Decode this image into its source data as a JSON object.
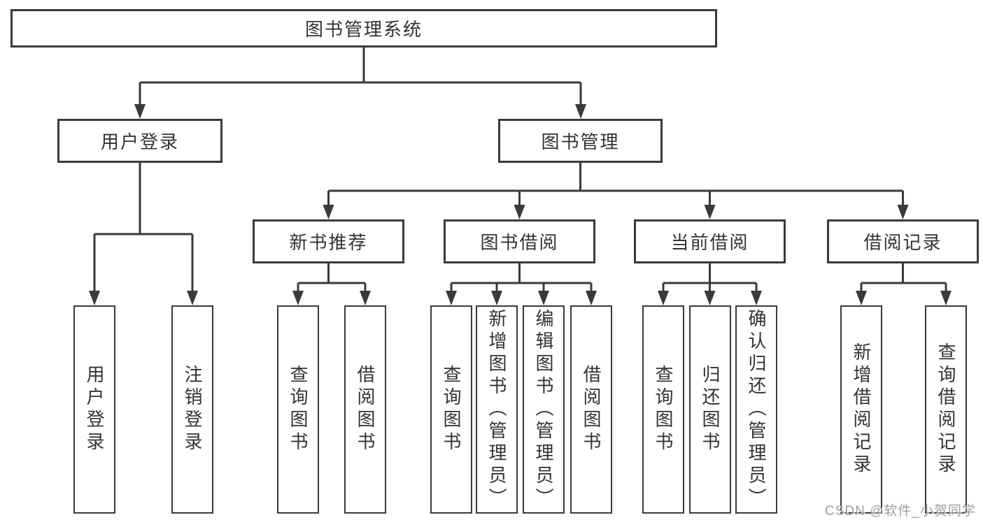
{
  "diagram": {
    "title": "图书管理系统",
    "branches": [
      {
        "label": "用户登录",
        "children": [
          {
            "label": "用户登录"
          },
          {
            "label": "注销登录"
          }
        ]
      },
      {
        "label": "图书管理",
        "children": [
          {
            "label": "新书推荐",
            "children": [
              {
                "label": "查询图书"
              },
              {
                "label": "借阅图书"
              }
            ]
          },
          {
            "label": "图书借阅",
            "children": [
              {
                "label": "查询图书"
              },
              {
                "label": "新增图书（管理员）"
              },
              {
                "label": "编辑图书（管理员）"
              },
              {
                "label": "借阅图书"
              }
            ]
          },
          {
            "label": "当前借阅",
            "children": [
              {
                "label": "查询图书"
              },
              {
                "label": "归还图书"
              },
              {
                "label": "确认归还（管理员）"
              }
            ]
          },
          {
            "label": "借阅记录",
            "children": [
              {
                "label": "新增借阅记录"
              },
              {
                "label": "查询借阅记录"
              }
            ]
          }
        ]
      }
    ]
  },
  "watermark": {
    "text": "CSDN @软件_小贺同学"
  },
  "colors": {
    "line": "#3a3a3a",
    "text": "#333333",
    "background": "#ffffff",
    "watermark": "#9e9e9e"
  }
}
